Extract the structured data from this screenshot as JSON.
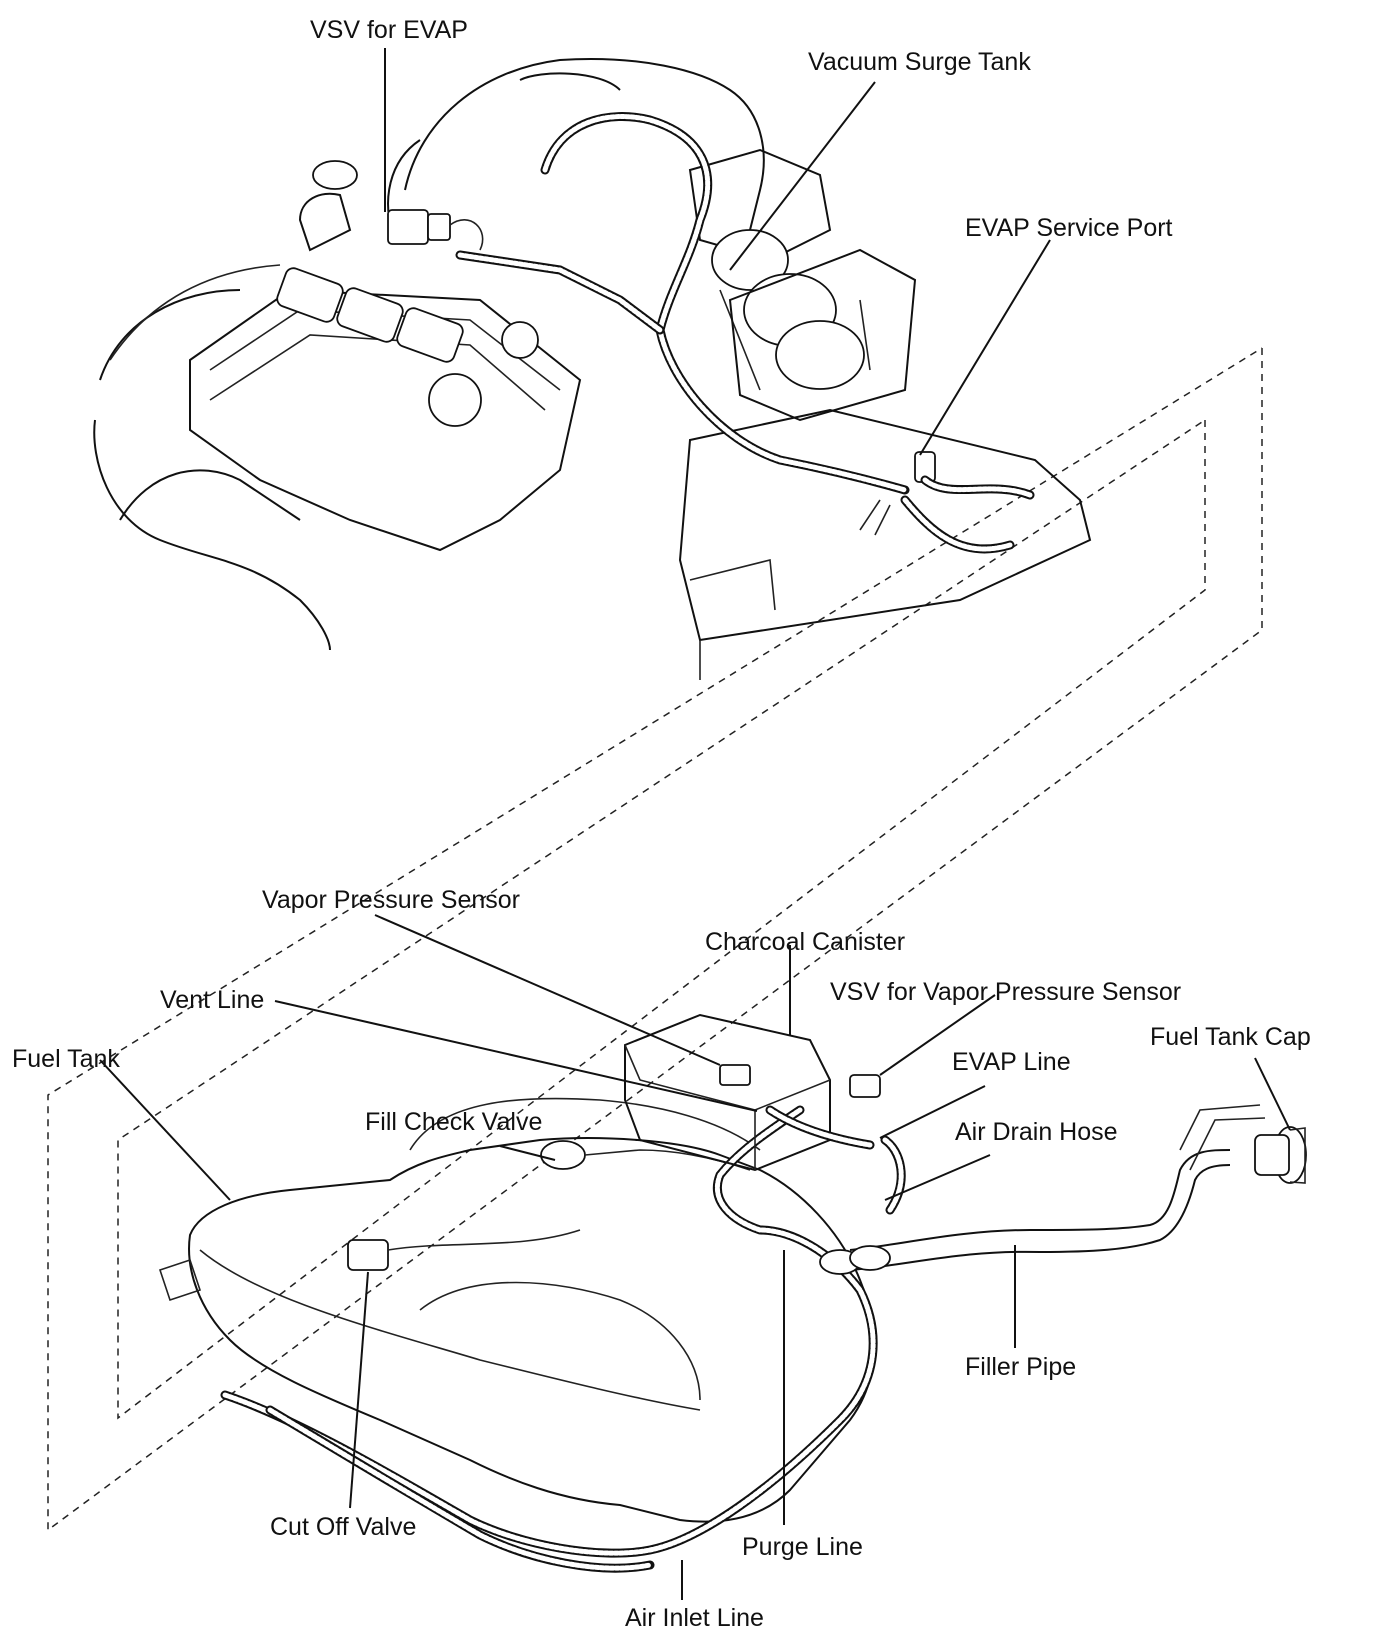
{
  "labels": {
    "vsv_for_evap": "VSV for EVAP",
    "vacuum_surge_tank": "Vacuum Surge Tank",
    "evap_service_port": "EVAP Service Port",
    "vapor_pressure_sensor": "Vapor Pressure Sensor",
    "charcoal_canister": "Charcoal Canister",
    "vsv_for_vapor_pressure_sensor": "VSV for Vapor Pressure Sensor",
    "vent_line": "Vent Line",
    "fuel_tank_cap": "Fuel Tank Cap",
    "fuel_tank": "Fuel Tank",
    "evap_line": "EVAP Line",
    "fill_check_valve": "Fill Check Valve",
    "air_drain_hose": "Air Drain Hose",
    "filler_pipe": "Filler Pipe",
    "cut_off_valve": "Cut Off Valve",
    "purge_line": "Purge Line",
    "air_inlet_line": "Air Inlet Line"
  }
}
